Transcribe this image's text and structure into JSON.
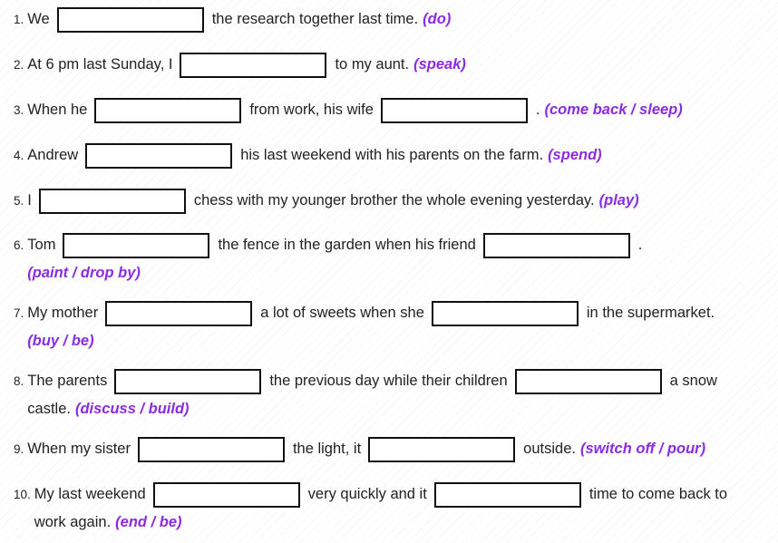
{
  "items": [
    {
      "num": "1.",
      "t": [
        "We",
        "the research together last time."
      ],
      "hint": "(do)"
    },
    {
      "num": "2.",
      "t": [
        "At 6 pm last Sunday, I",
        "to my aunt."
      ],
      "hint": "(speak)"
    },
    {
      "num": "3.",
      "t": [
        "When he",
        "from work, his wife",
        "."
      ],
      "hint": "(come back / sleep)"
    },
    {
      "num": "4.",
      "t": [
        "Andrew",
        "his last weekend with his parents on the farm."
      ],
      "hint": "(spend)"
    },
    {
      "num": "5.",
      "t": [
        "I",
        "chess with my younger brother the whole evening yesterday."
      ],
      "hint": "(play)"
    },
    {
      "num": "6.",
      "t": [
        "Tom",
        "the fence in the garden when his friend",
        "."
      ],
      "hint": "(paint / drop by)"
    },
    {
      "num": "7.",
      "t": [
        "My mother",
        "a lot of sweets when she",
        "in the supermarket."
      ],
      "hint": "(buy / be)"
    },
    {
      "num": "8.",
      "t": [
        "The parents",
        "the previous day while their children",
        "a snow",
        "castle."
      ],
      "hint": "(discuss / build)"
    },
    {
      "num": "9.",
      "t": [
        "When my sister",
        "the light, it",
        "outside."
      ],
      "hint": "(switch off / pour)"
    },
    {
      "num": "10.",
      "t": [
        "My last weekend",
        "very quickly and it",
        "time to come back to",
        "work again."
      ],
      "hint": "(end / be)"
    }
  ]
}
